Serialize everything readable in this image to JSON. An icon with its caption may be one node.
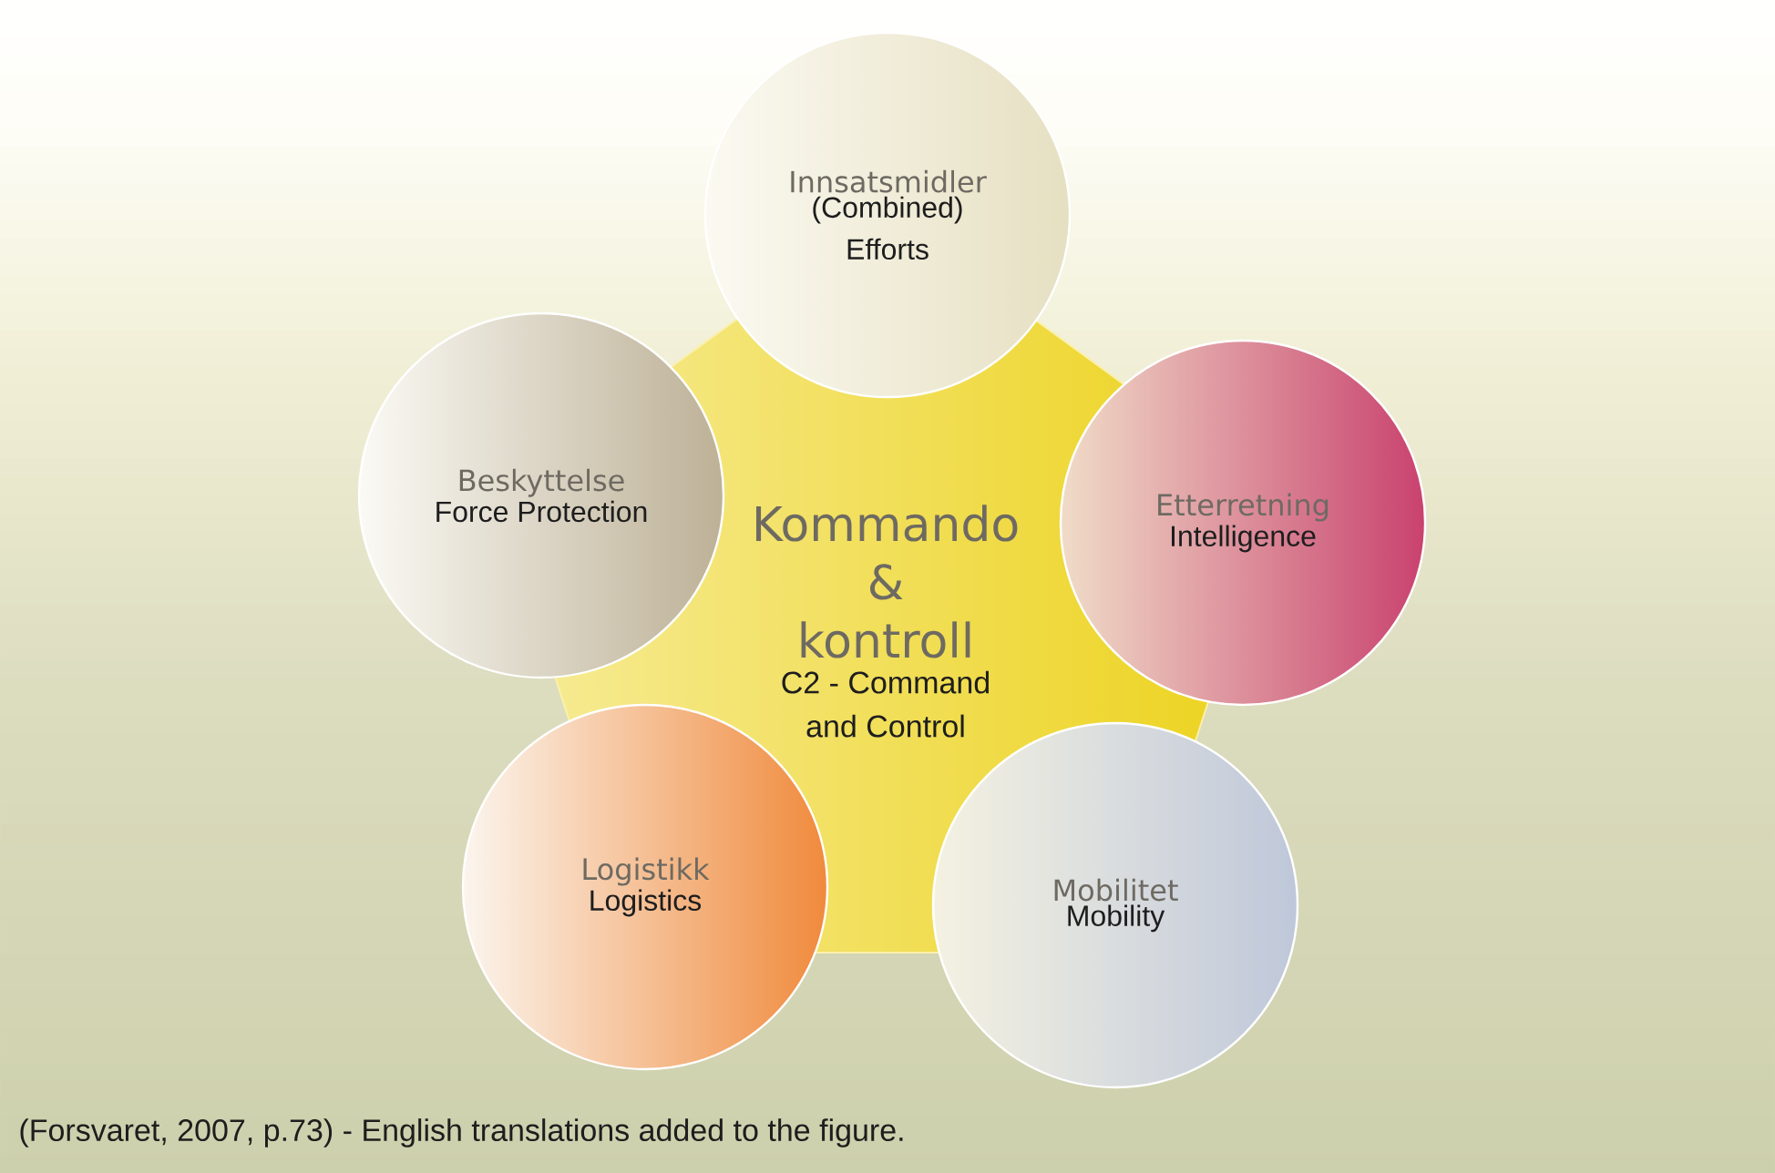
{
  "diagram": {
    "caption": "(Forsvaret, 2007, p.73) - English translations added to the figure.",
    "nodes": [
      {
        "text": [
          "Kommando & kontroll",
          "C2 - Command and Control"
        ]
      },
      {
        "text": [
          "Innsatsmidler",
          "(Combined) Efforts"
        ]
      },
      {
        "text": [
          "Beskyttelse",
          "Force Protection"
        ]
      },
      {
        "text": [
          "Etterretning",
          "Intelligence"
        ]
      },
      {
        "text": [
          "Logistikk",
          "Logistics"
        ]
      },
      {
        "text": [
          "Mobilitet",
          "Mobility"
        ]
      }
    ]
  }
}
